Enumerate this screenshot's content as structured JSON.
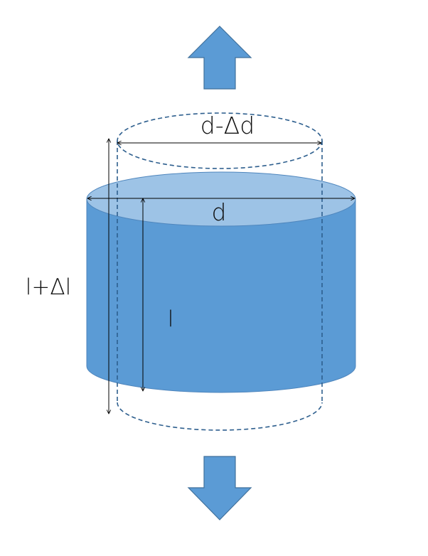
{
  "labels": {
    "deformed_diameter": "d-Δd",
    "original_diameter": "d",
    "deformed_length": "l+Δl",
    "original_length": "l"
  },
  "colors": {
    "cylinder_body": "#5b9bd5",
    "cylinder_top": "#9dc3e6",
    "cylinder_outline": "#4f86bd",
    "dashed_outline": "#2e5f8e",
    "arrow_fill": "#5b9bd5",
    "arrow_stroke": "#41719c",
    "dimension_line": "#000000"
  },
  "arrows": {
    "top_direction": "up",
    "bottom_direction": "down"
  }
}
